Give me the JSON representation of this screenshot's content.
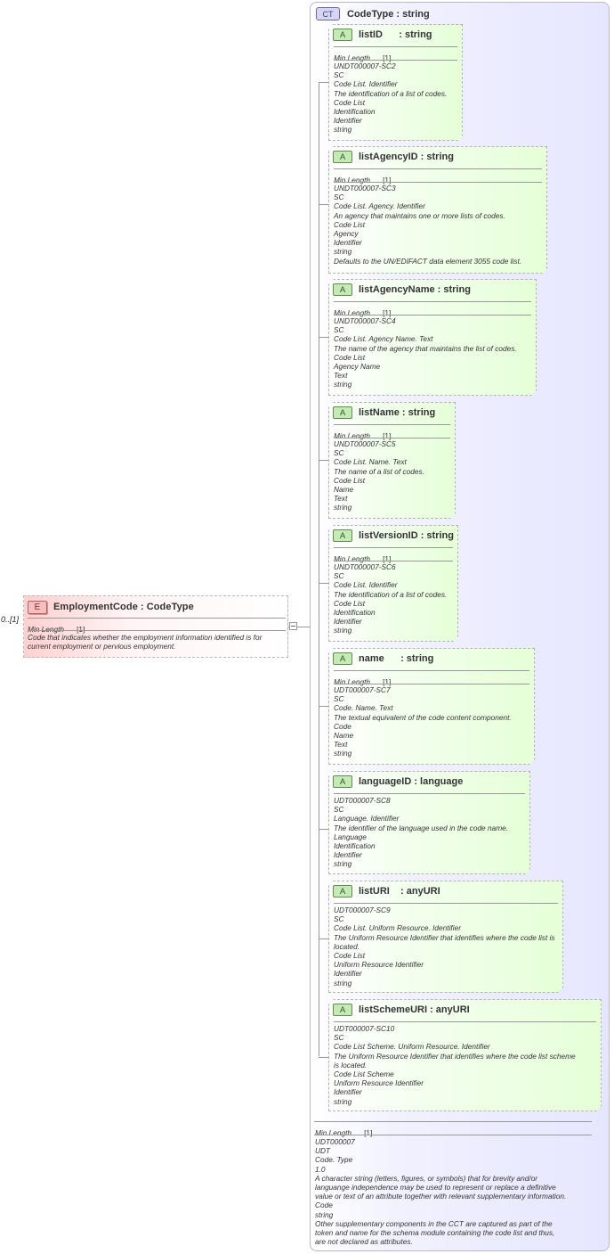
{
  "element": {
    "badge": "E",
    "name": "EmploymentCode",
    "separator": ":",
    "type": "CodeType",
    "cardinality": "0..[1]",
    "facet_key": "Min Length",
    "facet_value": "[1]",
    "documentation": [
      "Code that indicates whether the employment information identified is for",
      "current employment or pervious employment."
    ]
  },
  "complex_type": {
    "badge": "CT",
    "title": "CodeType : string",
    "footer_facet_key": "Min Length",
    "footer_facet_value": "[1]",
    "footer_lines": [
      "UDT000007",
      "UDT",
      "Code. Type",
      "1.0",
      "A character string (letters, figures, or symbols) that for brevity and/or",
      "languange independence may be used to represent or replace a definitive",
      "value or text of an attribute together with relevant supplementary information.",
      "Code",
      "string",
      "Other supplementary components in the CCT are captured as part of the",
      "token and name for the schema module containing the code list and thus,",
      "are not declared as attributes."
    ]
  },
  "attributes": [
    {
      "badge": "A",
      "title": "listID      : string",
      "facet_key": "Min Length",
      "facet_value": "[1]",
      "lines": [
        "UNDT000007-SC2",
        "SC",
        "Code List. Identifier",
        "The identification of a list of codes.",
        "Code List",
        "Identification",
        "Identifier",
        "string"
      ]
    },
    {
      "badge": "A",
      "title": "listAgencyID : string",
      "facet_key": "Min Length",
      "facet_value": "[1]",
      "lines": [
        "UNDT000007-SC3",
        "SC",
        "Code List. Agency. Identifier",
        "An agency that maintains one or more lists of codes.",
        "Code List",
        "Agency",
        "Identifier",
        "string",
        "Defaults to the UN/EDIFACT data element 3055 code list."
      ]
    },
    {
      "badge": "A",
      "title": "listAgencyName : string",
      "facet_key": "Min Length",
      "facet_value": "[1]",
      "lines": [
        "UNDT000007-SC4",
        "SC",
        "Code List. Agency Name. Text",
        "The name of the agency that maintains the list of codes.",
        "Code List",
        "Agency Name",
        "Text",
        "string"
      ]
    },
    {
      "badge": "A",
      "title": "listName : string",
      "facet_key": "Min Length",
      "facet_value": "[1]",
      "lines": [
        "UNDT000007-SC5",
        "SC",
        "Code List. Name. Text",
        "The name of a list of codes.",
        "Code List",
        "Name",
        "Text",
        "string"
      ]
    },
    {
      "badge": "A",
      "title": "listVersionID : string",
      "facet_key": "Min Length",
      "facet_value": "[1]",
      "lines": [
        "UNDT000007-SC6",
        "SC",
        "Code List. Identifier",
        "The identification of a list of codes.",
        "Code List",
        "Identification",
        "Identifier",
        "string"
      ]
    },
    {
      "badge": "A",
      "title": "name      : string",
      "facet_key": "Min Length",
      "facet_value": "[1]",
      "lines": [
        "UDT000007-SC7",
        "SC",
        "Code. Name. Text",
        "The textual equivalent of the code content component.",
        "Code",
        "Name",
        "Text",
        "string"
      ]
    },
    {
      "badge": "A",
      "title": "languageID : language",
      "facet_key": "",
      "facet_value": "",
      "lines": [
        "UDT000007-SC8",
        "SC",
        "Language. Identifier",
        "The identifier of the language used in the code name.",
        "Language",
        "Identification",
        "Identifier",
        "string"
      ]
    },
    {
      "badge": "A",
      "title": "listURI    : anyURI",
      "facet_key": "",
      "facet_value": "",
      "lines": [
        "UDT000007-SC9",
        "SC",
        "Code List. Uniform Resource. Identifier",
        "The Uniform Resource Identifier that identifies where the code list is",
        "located.",
        "Code List",
        "Uniform Resource Identifier",
        "Identifier",
        "string"
      ]
    },
    {
      "badge": "A",
      "title": "listSchemeURI : anyURI",
      "facet_key": "",
      "facet_value": "",
      "lines": [
        "UDT000007-SC10",
        "SC",
        "Code List Scheme. Uniform Resource. Identifier",
        "The Uniform Resource Identifier that identifies where the code list scheme",
        "is located.",
        "Code List Scheme",
        "Uniform Resource Identifier",
        "Identifier",
        "string"
      ]
    }
  ]
}
